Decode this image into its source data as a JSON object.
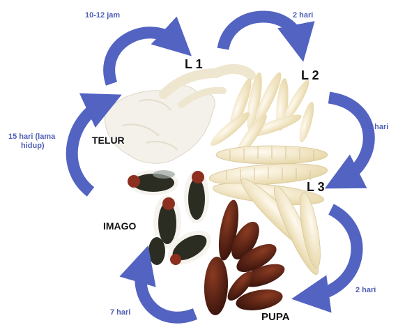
{
  "colors": {
    "arrow": "#5363c1",
    "duration_text": "#4f5fb6",
    "stage_text": "#111111",
    "larva": "#f1e6c3",
    "pupa": "#5b2214",
    "fly_body": "#2b2d22"
  },
  "stages": {
    "l1": "L 1",
    "l2": "L 2",
    "l3": "L 3",
    "pupa": "PUPA",
    "imago": "IMAGO",
    "telur": "TELUR"
  },
  "durations": {
    "telur_l1": "10-12 jam",
    "l1_l2": "2 hari",
    "l2_l3": "2 hari",
    "l3_pupa": "2 hari",
    "pupa_imago": "7 hari",
    "imago_telur_line1": "15 hari (lama",
    "imago_telur_line2": "hidup)"
  }
}
